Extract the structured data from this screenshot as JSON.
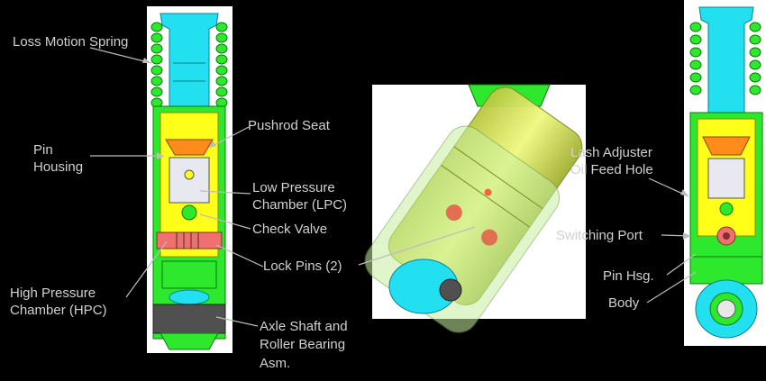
{
  "labels": {
    "loss_motion_spring": "Loss Motion Spring",
    "pushrod_seat": "Pushrod Seat",
    "pin_housing_1": "Pin",
    "pin_housing_2": "Housing",
    "lpc_1": "Low Pressure",
    "lpc_2": "Chamber (LPC)",
    "check_valve": "Check Valve",
    "lock_pins": "Lock Pins (2)",
    "hpc_1": "High Pressure",
    "hpc_2": "Chamber (HPC)",
    "axle_1": "Axle Shaft and",
    "axle_2": "Roller Bearing",
    "axle_3": "Asm.",
    "lash_1": "Lash Adjuster",
    "lash_2": "Oil Feed Hole",
    "switching_port": "Switching Port",
    "pin_hsg": "Pin Hsg.",
    "body": "Body"
  },
  "colors": {
    "cyan": "#22e0f0",
    "green": "#2ee82e",
    "yellow": "#ffff1a",
    "orange": "#ff8c1a",
    "red_pins": "#f07070",
    "gray_axle": "#505050",
    "label_text": "#d0d0d0"
  }
}
